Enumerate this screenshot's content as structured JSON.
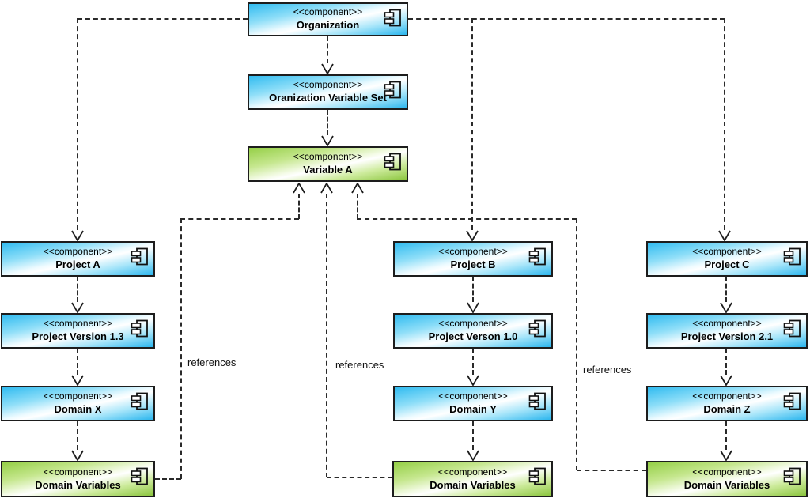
{
  "diagram": {
    "stereotype": "<<component>>",
    "references_label": "references",
    "colors": {
      "blue_strong": "#2fbcf1",
      "blue_light": "#eefbff",
      "green_strong": "#8bc53e",
      "green_light": "#f4fbe6",
      "line": "#2a2a2a",
      "border": "#1d1d1d",
      "text": "#000000"
    },
    "nodes": [
      {
        "id": "organization",
        "name": "Organization",
        "color": "blue"
      },
      {
        "id": "organization-variable-set",
        "name": "Oranization Variable Set",
        "color": "blue"
      },
      {
        "id": "variable-a",
        "name": "Variable A",
        "color": "green"
      },
      {
        "id": "project-a",
        "name": "Project A",
        "color": "blue"
      },
      {
        "id": "project-version-1-3",
        "name": "Project Version 1.3",
        "color": "blue"
      },
      {
        "id": "domain-x",
        "name": "Domain X",
        "color": "blue"
      },
      {
        "id": "domain-variables-left",
        "name": "Domain Variables",
        "color": "green"
      },
      {
        "id": "project-b",
        "name": "Project B",
        "color": "blue"
      },
      {
        "id": "project-verson-1-0",
        "name": "Project Verson 1.0",
        "color": "blue"
      },
      {
        "id": "domain-y",
        "name": "Domain Y",
        "color": "blue"
      },
      {
        "id": "domain-variables-middle",
        "name": "Domain Variables",
        "color": "green"
      },
      {
        "id": "project-c",
        "name": "Project C",
        "color": "blue"
      },
      {
        "id": "project-version-2-1",
        "name": "Project Version 2.1",
        "color": "blue"
      },
      {
        "id": "domain-z",
        "name": "Domain Z",
        "color": "blue"
      },
      {
        "id": "domain-variables-right",
        "name": "Domain Variables",
        "color": "green"
      }
    ],
    "icon": "component-icon"
  }
}
